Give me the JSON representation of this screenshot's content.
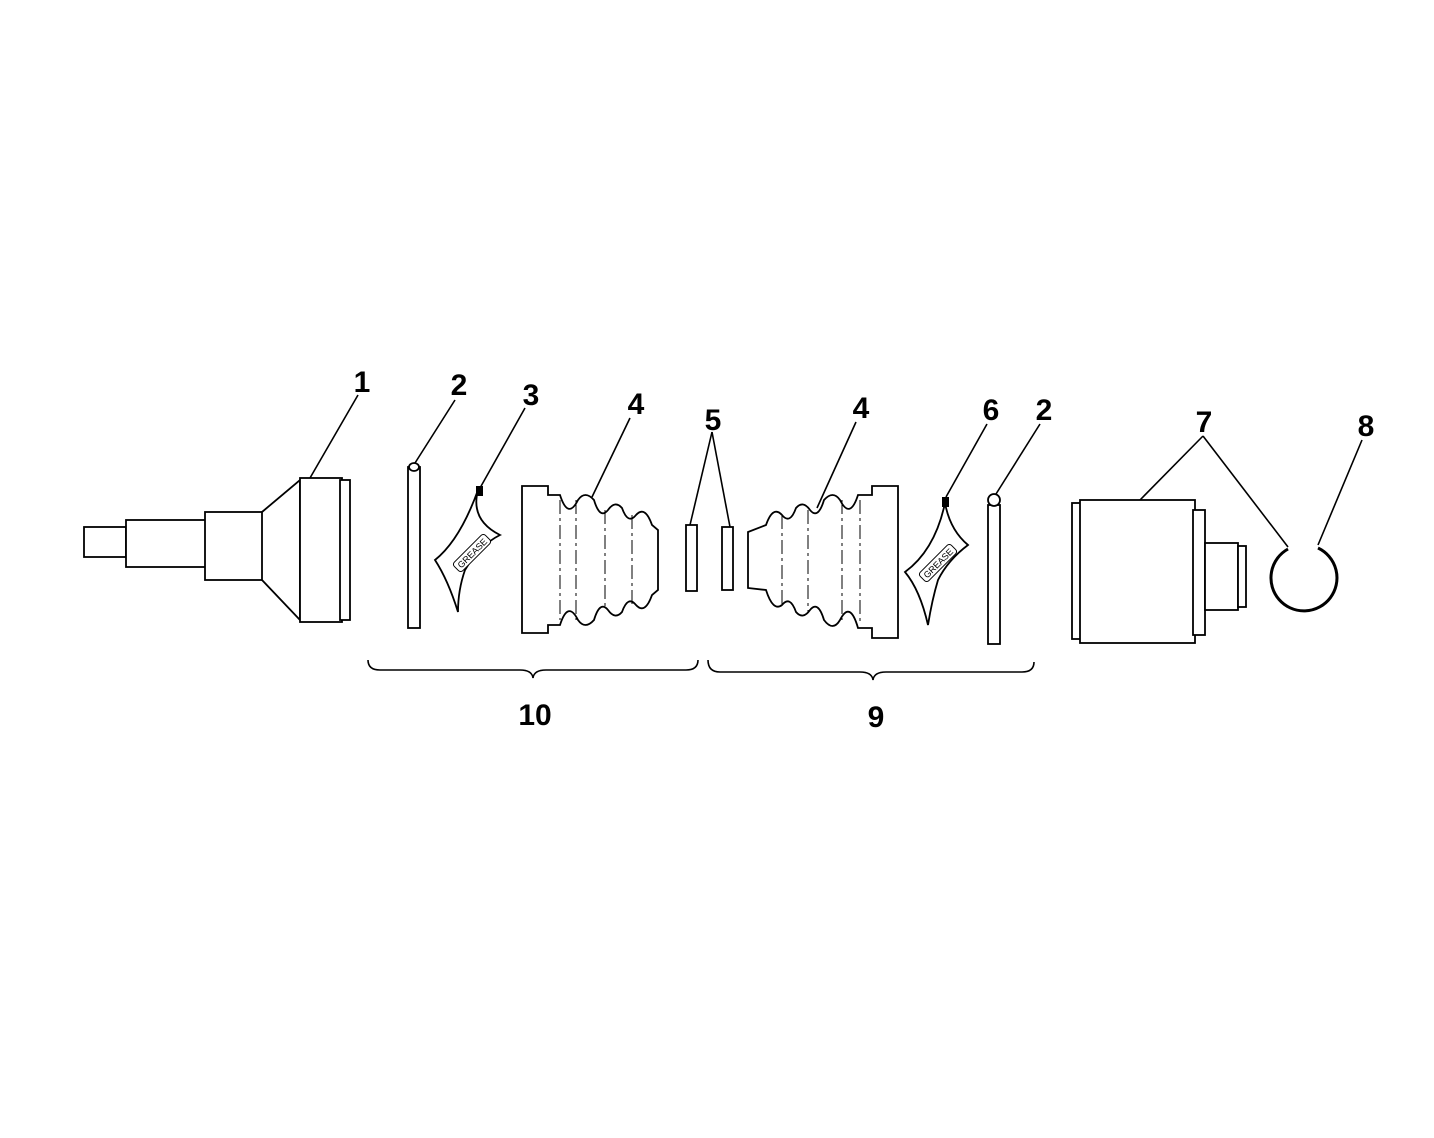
{
  "diagram": {
    "callouts": {
      "c1": "1",
      "c2a": "2",
      "c3": "3",
      "c4a": "4",
      "c5": "5",
      "c4b": "4",
      "c6": "6",
      "c2b": "2",
      "c7": "7",
      "c8": "8"
    },
    "groups": {
      "left_kit": "10",
      "right_kit": "9"
    },
    "grease_label": "GREASE"
  }
}
